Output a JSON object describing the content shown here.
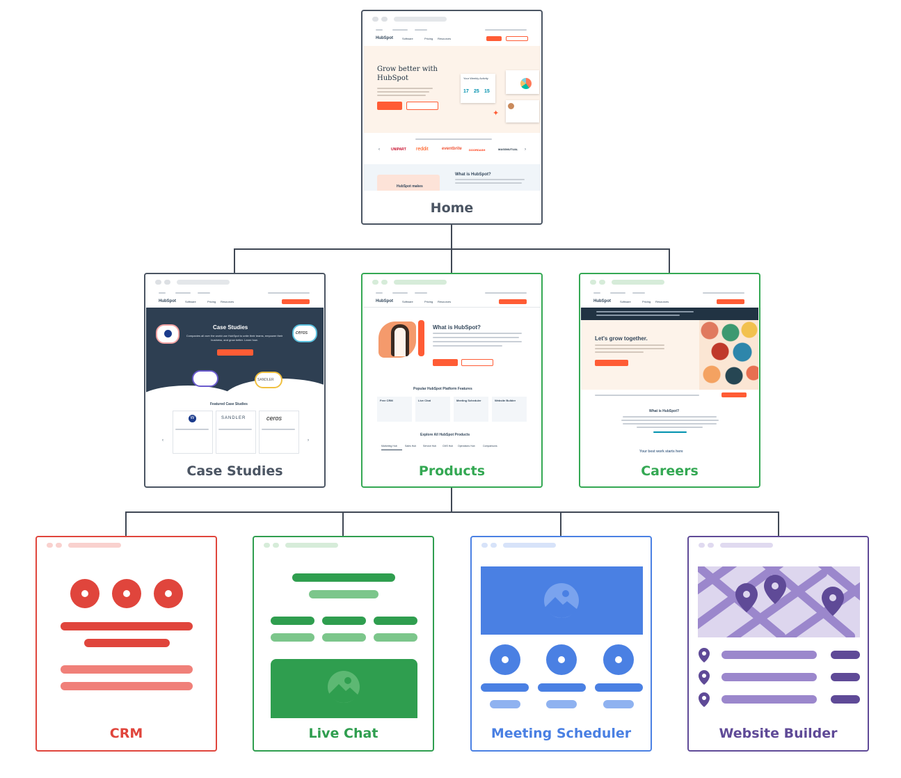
{
  "home": {
    "label": "Home",
    "logo": "HubSpot",
    "nav": [
      "Software",
      "Pricing",
      "Resources"
    ],
    "hero_title": "Grow better with HubSpot",
    "activity_title": "Your Weekly Activity",
    "activity_numbers": [
      "17",
      "25",
      "15"
    ],
    "logos": [
      "UNIPART",
      "reddit",
      "eventbrite",
      "DOORDASH",
      "MASSMUTUAL"
    ],
    "section_title": "What is HubSpot?",
    "teaser": "HubSpot makes"
  },
  "case_studies": {
    "label": "Case Studies",
    "logo": "HubSpot",
    "nav": [
      "Software",
      "Pricing",
      "Resources"
    ],
    "hero_title": "Case Studies",
    "hero_text": "Companies all over the world use HubSpot to unite their teams, empower their business, and grow better. Learn how.",
    "badges": [
      "ceros",
      "SANDLER"
    ],
    "featured_title": "Featured Case Studies",
    "featured_logos": [
      "W",
      "SANDLER",
      "ceros"
    ]
  },
  "products": {
    "label": "Products",
    "logo": "HubSpot",
    "nav": [
      "Software",
      "Pricing",
      "Resources"
    ],
    "hero_title": "What is HubSpot?",
    "features_title": "Popular HubSpot Platform Features",
    "features": [
      "Free CRM",
      "Live Chat",
      "Meeting Scheduler",
      "Website Builder"
    ],
    "explore_title": "Explore All HubSpot Products",
    "tabs": [
      "Marketing Hub",
      "Sales Hub",
      "Service Hub",
      "CMS Hub",
      "Operations Hub",
      "Comparisons"
    ]
  },
  "careers": {
    "label": "Careers",
    "logo": "HubSpot",
    "nav": [
      "Software",
      "Pricing",
      "Resources"
    ],
    "hero_title": "Let's grow together.",
    "section_title": "What is HubSpot?",
    "teaser": "Your best work starts here"
  },
  "crm": {
    "label": "CRM",
    "color": "#e0453c"
  },
  "live_chat": {
    "label": "Live Chat",
    "color": "#2f9e4f"
  },
  "meeting_scheduler": {
    "label": "Meeting Scheduler",
    "color": "#4a80e3"
  },
  "website_builder": {
    "label": "Website Builder",
    "color": "#5f4a97"
  }
}
